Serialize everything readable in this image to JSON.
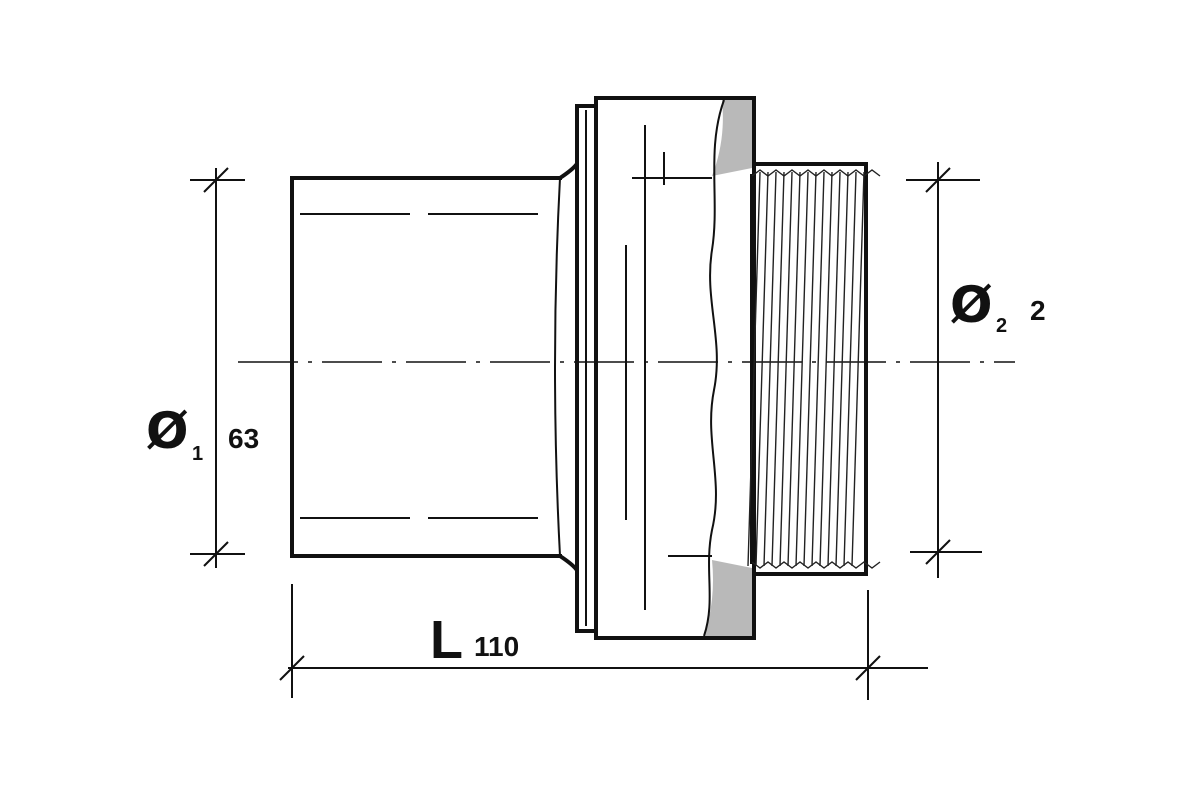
{
  "dimensions": {
    "d1": {
      "symbol": "Ø",
      "index": "1",
      "value": "63"
    },
    "d2": {
      "symbol": "Ø",
      "index": "2",
      "value": "2"
    },
    "length": {
      "symbol": "L",
      "value": "110"
    }
  }
}
